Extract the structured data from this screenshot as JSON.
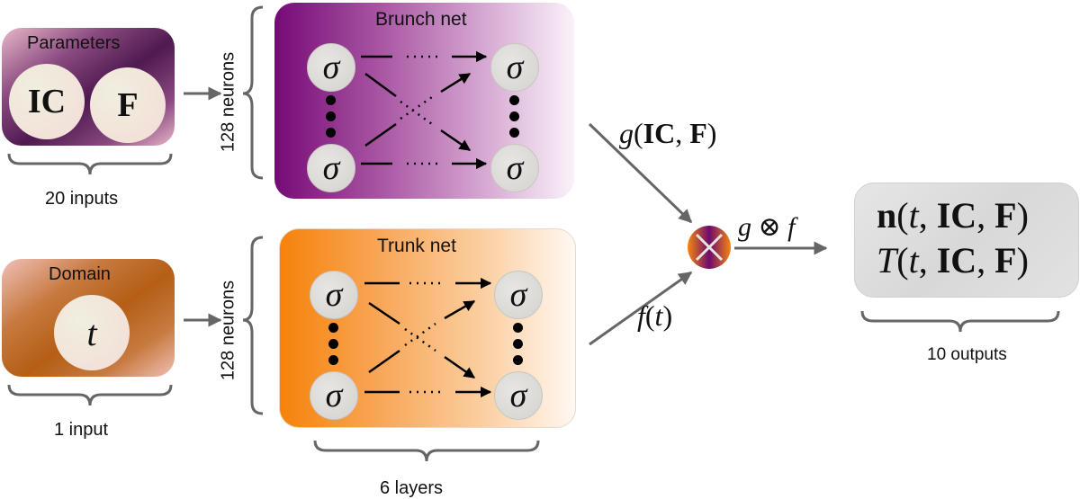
{
  "inputs": {
    "parameters": {
      "title": "Parameters",
      "symbols": [
        "IC",
        "F"
      ],
      "count_label": "20 inputs"
    },
    "domain": {
      "title": "Domain",
      "symbol": "t",
      "count_label": "1 input"
    }
  },
  "networks": {
    "branch": {
      "title": "Brunch net",
      "neurons_label": "128 neurons",
      "activation": "σ"
    },
    "trunk": {
      "title": "Trunk net",
      "neurons_label": "128 neurons",
      "activation": "σ"
    },
    "layers_label": "6 layers"
  },
  "connections": {
    "branch_output": {
      "func": "g",
      "args": [
        "IC",
        "F"
      ]
    },
    "trunk_output": {
      "func": "f",
      "args": [
        "t"
      ]
    },
    "product_label": {
      "left": "g",
      "op": "⊗",
      "right": "f"
    }
  },
  "combiner": {
    "icon": "multiply-icon"
  },
  "outputs": {
    "lines": [
      {
        "func": "n",
        "args": [
          "t",
          "IC",
          "F"
        ]
      },
      {
        "func": "T",
        "args": [
          "t",
          "IC",
          "F"
        ]
      }
    ],
    "count_label": "10 outputs"
  },
  "colors": {
    "purple": "#6e0a6e",
    "orange": "#f5870f",
    "brown": "#b8600f",
    "arrow_gray": "#666666",
    "brace_gray": "#666666"
  }
}
